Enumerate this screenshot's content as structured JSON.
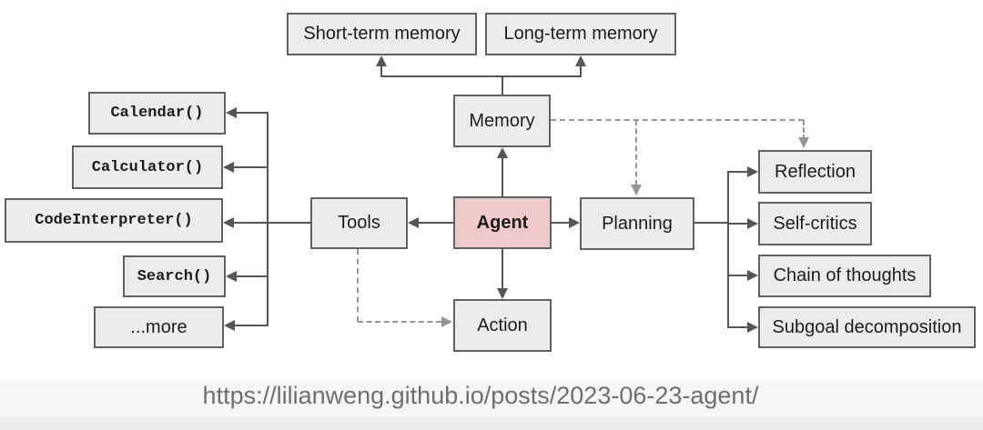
{
  "diagram": {
    "title_hint": "LLM-powered autonomous agent overview",
    "nodes": {
      "short_term_memory": {
        "label": "Short-term memory"
      },
      "long_term_memory": {
        "label": "Long-term memory"
      },
      "memory": {
        "label": "Memory"
      },
      "calendar": {
        "label": "Calendar()"
      },
      "calculator": {
        "label": "Calculator()"
      },
      "code_interpreter": {
        "label": "CodeInterpreter()"
      },
      "search": {
        "label": "Search()"
      },
      "more": {
        "label": "...more"
      },
      "tools": {
        "label": "Tools"
      },
      "agent": {
        "label": "Agent"
      },
      "planning": {
        "label": "Planning"
      },
      "action": {
        "label": "Action"
      },
      "reflection": {
        "label": "Reflection"
      },
      "self_critics": {
        "label": "Self-critics"
      },
      "chain_of_thoughts": {
        "label": "Chain of thoughts"
      },
      "subgoal_decomposition": {
        "label": "Subgoal decomposition"
      }
    },
    "colors": {
      "agent_fill": "#f0caca",
      "node_fill": "#ececec",
      "node_border": "#616161",
      "solid_line": "#555555",
      "dashed_line": "#949494"
    },
    "source_url": "https://lilianweng.github.io/posts/2023-06-23-agent/"
  }
}
